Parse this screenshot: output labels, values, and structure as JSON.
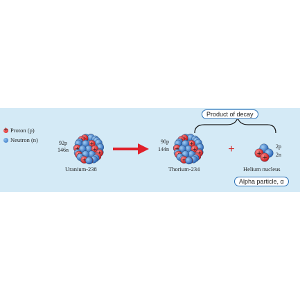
{
  "legend": {
    "proton": "Proton (p)",
    "neutron": "Neutron (n)"
  },
  "uranium": {
    "protons": "92p",
    "neutrons": "146n",
    "name": "Uranium-238"
  },
  "thorium": {
    "protons": "90p",
    "neutrons": "144n",
    "name": "Thorium-234"
  },
  "helium": {
    "protons": "2p",
    "neutrons": "2n",
    "name": "Helium nucleus"
  },
  "labels": {
    "product": "Product of decay",
    "alpha": "Alpha particle, α",
    "plus": "+"
  },
  "colors": {
    "panel": "#d4eaf6",
    "proton": "#d21e1e",
    "neutron": "#2f6fc0",
    "arrow": "#e0202a",
    "box_border": "#2a6fb5"
  }
}
